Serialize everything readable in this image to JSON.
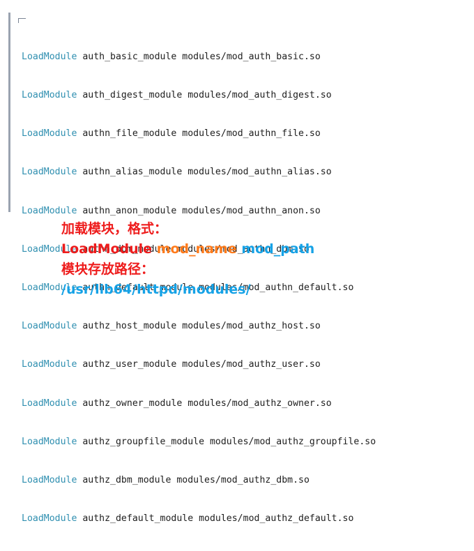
{
  "editor": {
    "keyword": "LoadModule",
    "lines": [
      {
        "name": "auth_basic_module",
        "path": "modules/mod_auth_basic.so"
      },
      {
        "name": "auth_digest_module",
        "path": "modules/mod_auth_digest.so"
      },
      {
        "name": "authn_file_module",
        "path": "modules/mod_authn_file.so"
      },
      {
        "name": "authn_alias_module",
        "path": "modules/mod_authn_alias.so"
      },
      {
        "name": "authn_anon_module",
        "path": "modules/mod_authn_anon.so"
      },
      {
        "name": "authn_dbm_module",
        "path": "modules/mod_authn_dbm.so"
      },
      {
        "name": "authn_default_module",
        "path": "modules/mod_authn_default.so"
      },
      {
        "name": "authz_host_module",
        "path": "modules/mod_authz_host.so"
      },
      {
        "name": "authz_user_module",
        "path": "modules/mod_authz_user.so"
      },
      {
        "name": "authz_owner_module",
        "path": "modules/mod_authz_owner.so"
      },
      {
        "name": "authz_groupfile_module",
        "path": "modules/mod_authz_groupfile.so"
      },
      {
        "name": "authz_dbm_module",
        "path": "modules/mod_authz_dbm.so"
      },
      {
        "name": "authz_default_module",
        "path": "modules/mod_authz_default.so"
      }
    ]
  },
  "notes": {
    "format_label": "加载模块，格式：",
    "syntax_keyword": "LoadModule",
    "syntax_name": "mod_name",
    "syntax_path": "mod_path",
    "location_label": "模块存放路径：",
    "location_value": "/usr/lib64/httpd/modules/"
  },
  "colors": {
    "keyword": "#2f8fb0",
    "note_red": "#ee1c1c",
    "note_orange": "#ff7b1c",
    "note_blue": "#16a2e6"
  }
}
